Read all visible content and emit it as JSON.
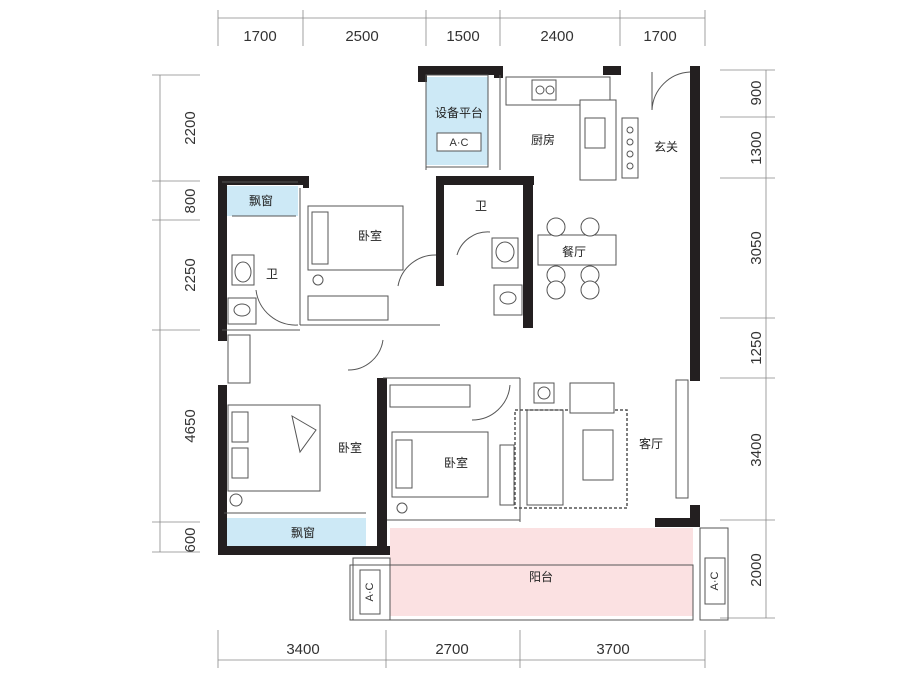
{
  "dimensions": {
    "top": [
      "1700",
      "2500",
      "1500",
      "2400",
      "1700"
    ],
    "bottom": [
      "3400",
      "2700",
      "3700"
    ],
    "left": [
      "2200",
      "800",
      "2250",
      "4650",
      "600"
    ],
    "right": [
      "900",
      "1300",
      "3050",
      "1250",
      "3400",
      "2000"
    ]
  },
  "rooms": {
    "equipment_platform": "设备平台",
    "kitchen": "厨房",
    "entrance": "玄关",
    "bay_window_top": "飘窗",
    "bedroom_north": "卧室",
    "bathroom_north": "卫",
    "bathroom_west": "卫",
    "dining": "餐厅",
    "bedroom_master": "卧室",
    "bedroom_south": "卧室",
    "living": "客厅",
    "bay_window_bottom": "飘窗",
    "balcony": "阳台"
  },
  "ac_labels": {
    "platform": "A·C",
    "left": "A·C",
    "right": "A·C"
  },
  "colors": {
    "wall": "#231f20",
    "bay_window": "#cde9f6",
    "balcony": "#fbe1e2",
    "equipment_platform": "#cde9f6"
  }
}
